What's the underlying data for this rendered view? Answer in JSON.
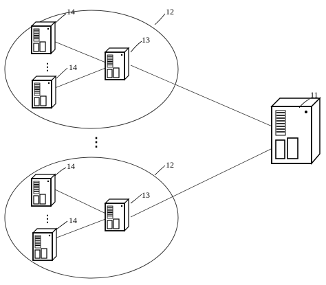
{
  "diagram": {
    "labels": {
      "main_server": "11",
      "group_top": "12",
      "group_bottom": "12",
      "hub_top": "13",
      "hub_bottom": "13",
      "node_top_a": "14",
      "node_top_b": "14",
      "node_bottom_a": "14",
      "node_bottom_b": "14"
    },
    "ellipsis_vertical": "⋮",
    "ellipsis_between_groups": "⋮"
  }
}
